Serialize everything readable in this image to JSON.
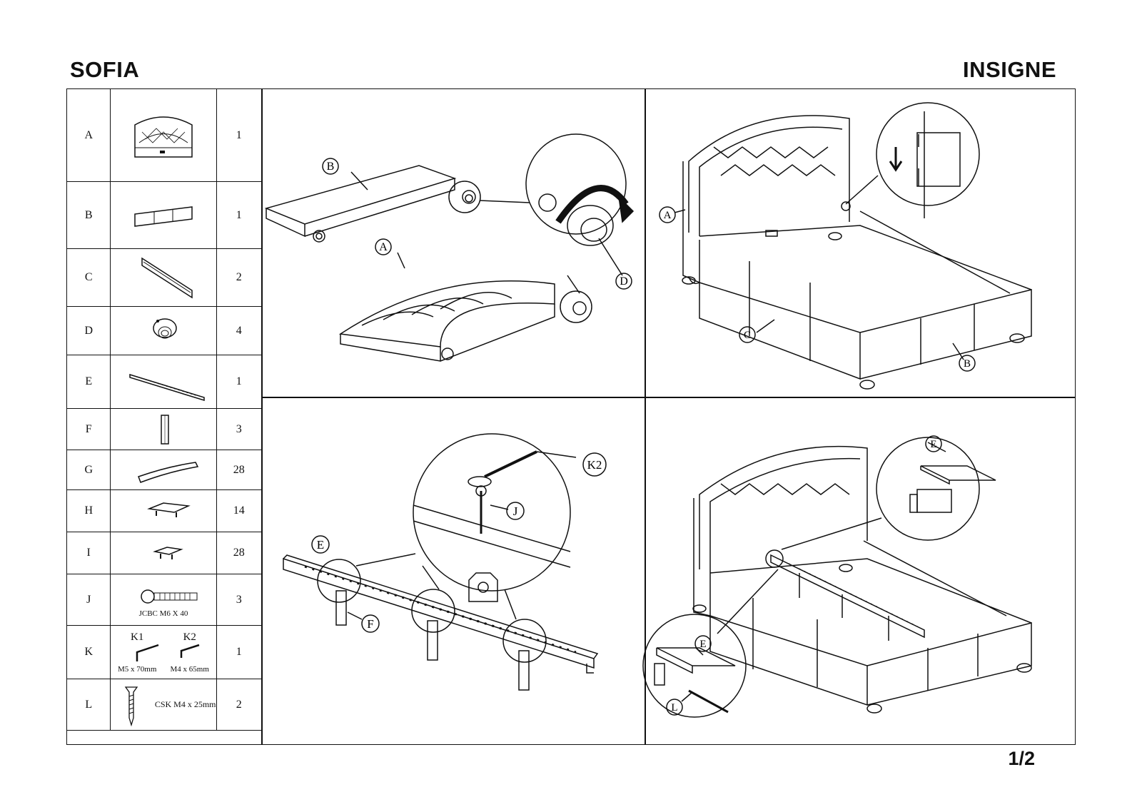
{
  "header": {
    "left_title": "SOFIA",
    "right_title": "INSIGNE"
  },
  "footer": {
    "page": "1/2"
  },
  "parts": [
    {
      "letter": "A",
      "qty": "1",
      "icon": "headboard-icon"
    },
    {
      "letter": "B",
      "qty": "1",
      "icon": "footboard-panel-icon"
    },
    {
      "letter": "C",
      "qty": "2",
      "icon": "side-rail-icon"
    },
    {
      "letter": "D",
      "qty": "4",
      "icon": "foot-icon"
    },
    {
      "letter": "E",
      "qty": "1",
      "icon": "center-beam-icon"
    },
    {
      "letter": "F",
      "qty": "3",
      "icon": "support-leg-icon"
    },
    {
      "letter": "G",
      "qty": "28",
      "icon": "slat-icon"
    },
    {
      "letter": "H",
      "qty": "14",
      "icon": "double-slat-holder-icon"
    },
    {
      "letter": "I",
      "qty": "28",
      "icon": "slat-holder-icon"
    },
    {
      "letter": "J",
      "qty": "3",
      "icon": "bolt-icon",
      "spec": "JCBC M6 X 40"
    },
    {
      "letter": "K",
      "qty": "1",
      "icon": "allen-key-icon",
      "sub": [
        "K1",
        "K2"
      ],
      "spec": [
        "M5 x 70mm",
        "M4 x 65mm"
      ]
    },
    {
      "letter": "L",
      "qty": "2",
      "icon": "screw-icon",
      "spec": "CSK M4 x 25mm"
    }
  ],
  "callouts": {
    "step1": [
      "B",
      "A",
      "D"
    ],
    "step2": [
      "A",
      "C",
      "B"
    ],
    "step3": [
      "E",
      "F",
      "J",
      "K2"
    ],
    "step4": [
      "E",
      "E",
      "L"
    ]
  }
}
